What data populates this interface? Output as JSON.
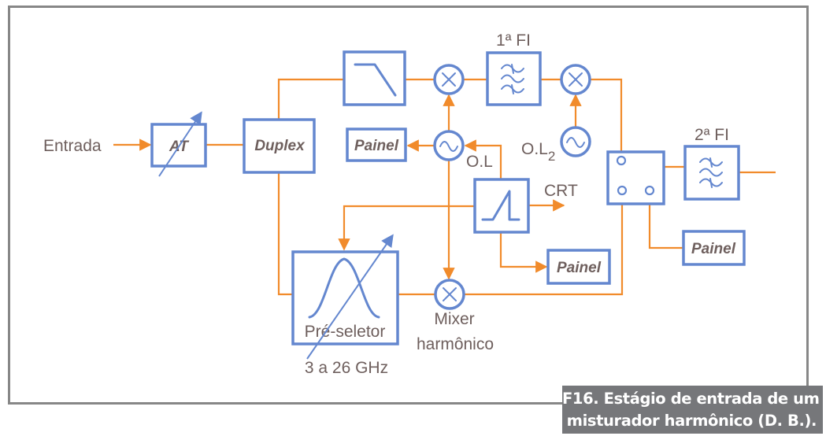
{
  "diagram": {
    "input_label": "Entrada",
    "blocks": {
      "attenuator": "AT",
      "duplex": "Duplex",
      "panel_ol": "Painel",
      "panel_sweep": "Painel",
      "panel_switch": "Painel",
      "preselector": "Pré-seletor"
    },
    "labels": {
      "if1": "1ª FI",
      "if2": "2ª FI",
      "ol": "O.L",
      "ol2_base": "O.L",
      "ol2_sub": "2",
      "crt": "CRT",
      "mixer_line1": "Mixer",
      "mixer_line2": "harmônico",
      "freq_range": "3 a 26 GHz"
    },
    "icons": {
      "lowpass": "lowpass-filter-icon",
      "bandpass": "bandpass-filter-icon",
      "mixer": "mixer-x-icon",
      "oscillator": "sine-oscillator-icon",
      "sweep": "sawtooth-sweep-icon",
      "switch": "rf-switch-icon"
    },
    "colors": {
      "block_stroke": "#6487cf",
      "signal_wire": "#f18b2b",
      "text": "#6e5f5d",
      "frame": "#878787",
      "caption_bg": "#76777a"
    }
  },
  "caption": {
    "line1": "F16. Estágio de entrada de um",
    "line2": "misturador harmônico (D. B.)."
  }
}
